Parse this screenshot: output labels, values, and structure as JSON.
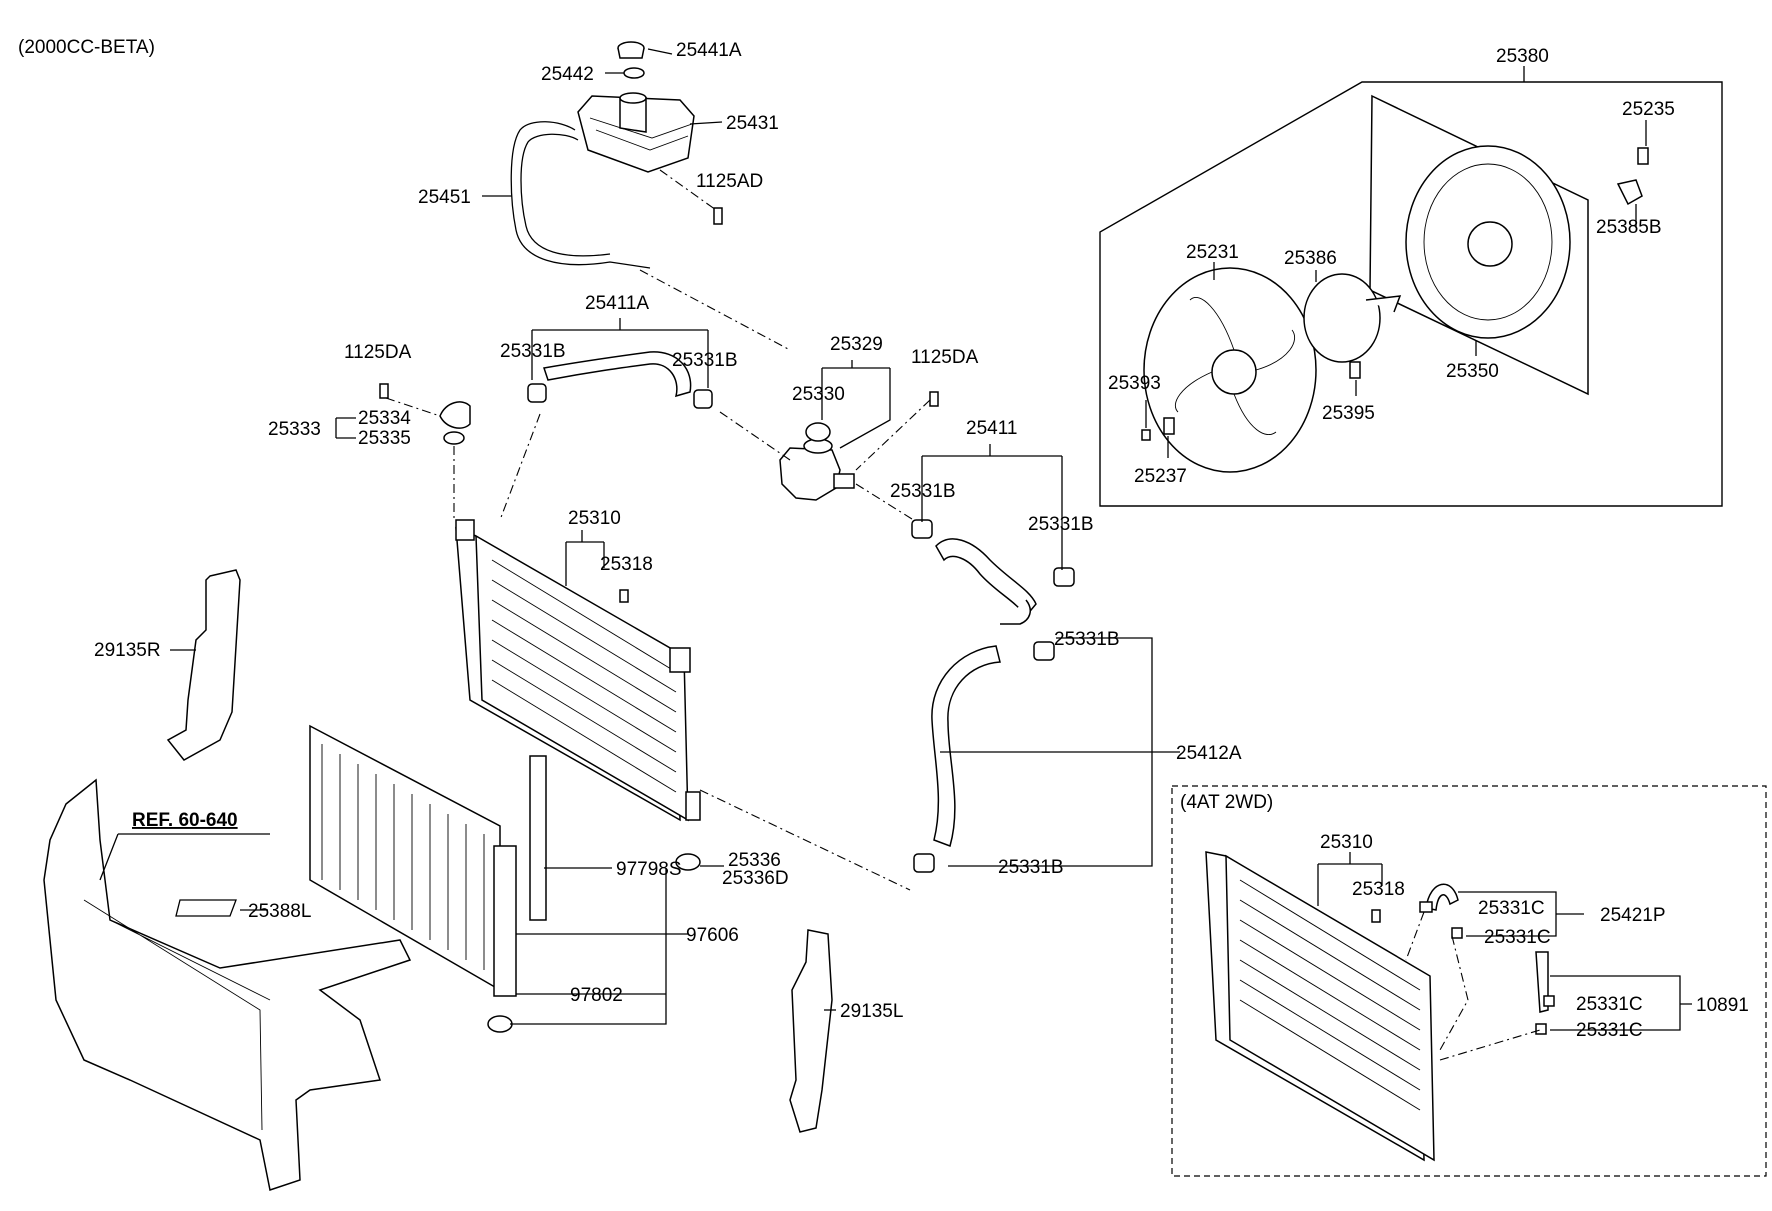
{
  "header": {
    "engine": "(2000CC-BETA)",
    "variant": "(4AT 2WD)",
    "reference": "REF. 60-640"
  },
  "labels": {
    "p25441A": "25441A",
    "p25442": "25442",
    "p25431": "25431",
    "p25451": "25451",
    "p1125AD": "1125AD",
    "p25411A": "25411A",
    "p25331B_a": "25331B",
    "p25331B_b": "25331B",
    "p25329": "25329",
    "p25330": "25330",
    "p1125DA_a": "1125DA",
    "p1125DA_b": "1125DA",
    "p25333": "25333",
    "p25334": "25334",
    "p25335": "25335",
    "p25411": "25411",
    "p25331B_c": "25331B",
    "p25331B_d": "25331B",
    "p25310": "25310",
    "p25318": "25318",
    "p25331B_e": "25331B",
    "p29135R": "29135R",
    "p25412A": "25412A",
    "p97798S": "97798S",
    "p25336": "25336",
    "p25336D": "25336D",
    "p25331B_f": "25331B",
    "p25388L": "25388L",
    "p97606": "97606",
    "p97802": "97802",
    "p29135L": "29135L",
    "p25380": "25380",
    "p25235": "25235",
    "p25385B": "25385B",
    "p25231": "25231",
    "p25386": "25386",
    "p25350": "25350",
    "p25393": "25393",
    "p25395": "25395",
    "p25237": "25237",
    "p25310_b": "25310",
    "p25318_b": "25318",
    "p25331C_a": "25331C",
    "p25331C_b": "25331C",
    "p25421P": "25421P",
    "p25331C_c": "25331C",
    "p25331C_d": "25331C",
    "p10891": "10891"
  }
}
